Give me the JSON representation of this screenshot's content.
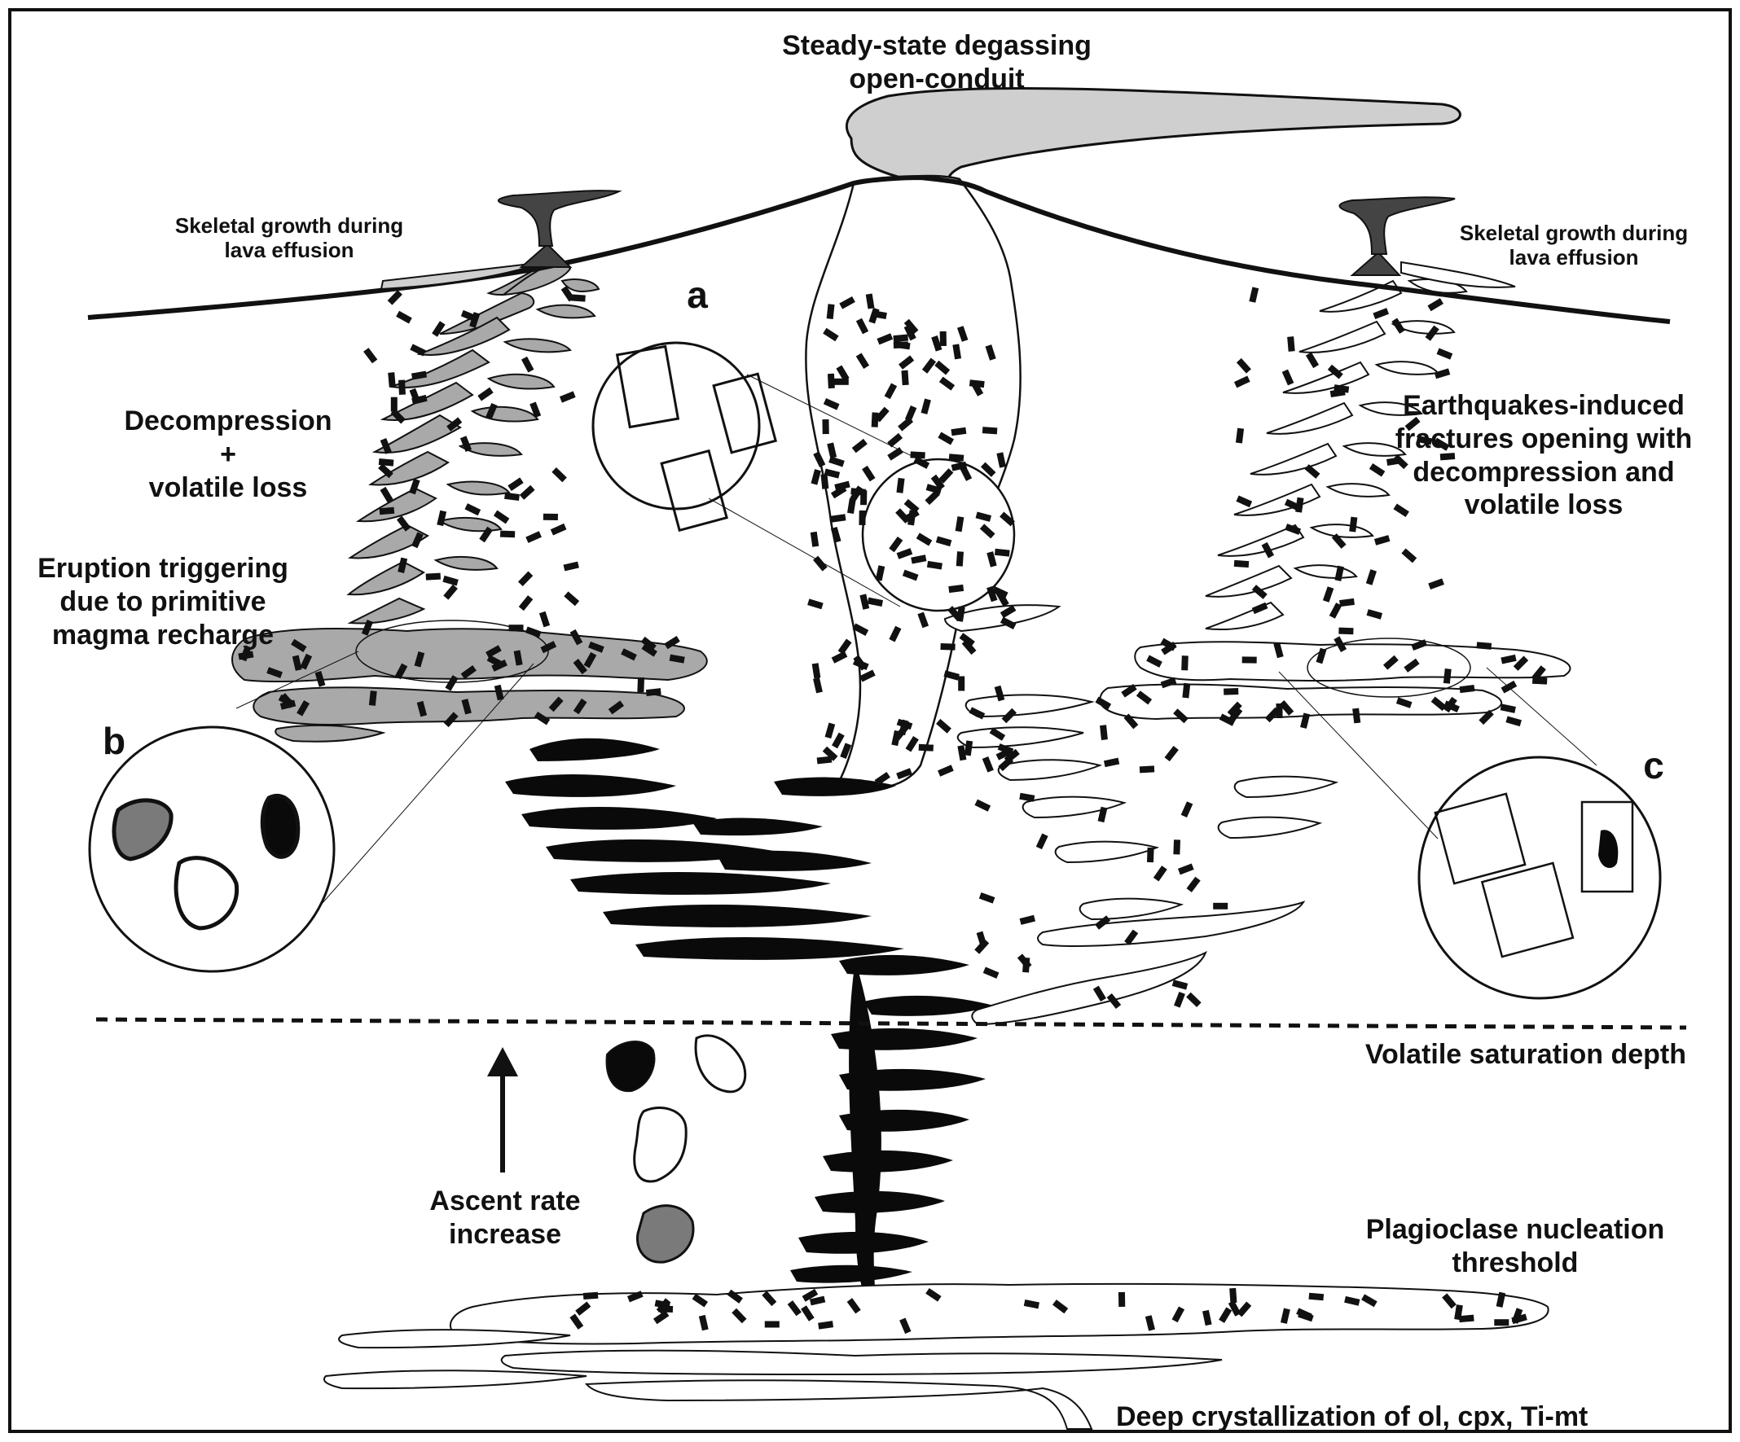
{
  "figure": {
    "labels": {
      "title_line1": "Steady-state degassing",
      "title_line2": "open-conduit",
      "skeletal_left_line1": "Skeletal growth during",
      "skeletal_left_line2": "lava effusion",
      "skeletal_right_line1": "Skeletal growth during",
      "skeletal_right_line2": "lava effusion",
      "decompression_line1": "Decompression",
      "decompression_line2": "+",
      "decompression_line3": "volatile loss",
      "eruption_line1": "Eruption triggering",
      "eruption_line2": "due to primitive",
      "eruption_line3": "magma recharge",
      "earthquake_line1": "Earthquakes-induced",
      "earthquake_line2": "fractures opening with",
      "earthquake_line3": "decompression and",
      "earthquake_line4": "volatile loss",
      "volatile_saturation": "Volatile saturation depth",
      "ascent_line1": "Ascent rate",
      "ascent_line2": "increase",
      "plagioclase_line1": "Plagioclase nucleation",
      "plagioclase_line2": "threshold",
      "deep_crystallization": "Deep crystallization of ol, cpx, Ti-mt"
    },
    "insets": {
      "a": "a",
      "b": "b",
      "c": "c"
    },
    "colors": {
      "ink": "#111111",
      "grey_magma": "#a9a9a9",
      "plume": "#cfcfcf",
      "vent": "#444444",
      "white_magma": "#ffffff",
      "black_magma": "#0a0a0a"
    }
  }
}
